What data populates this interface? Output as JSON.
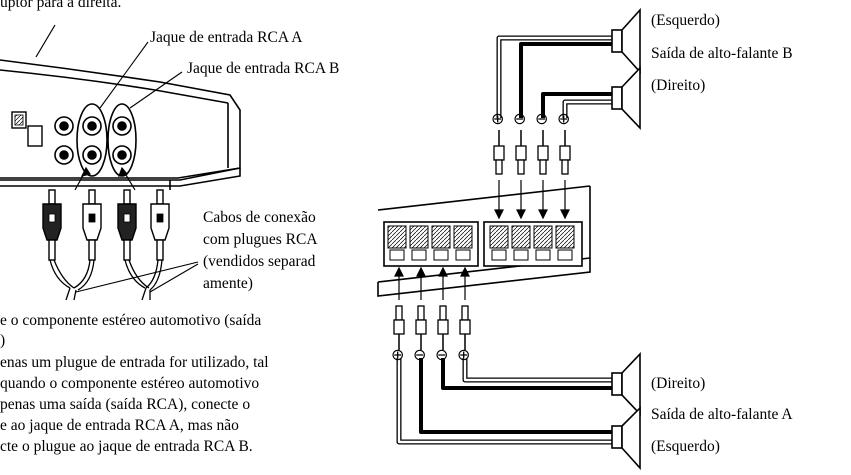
{
  "top_fragment": "uptor para a direita.",
  "jack_a": "Jaque de entrada RCA A",
  "jack_b": "Jaque de entrada RCA B",
  "cables": [
    "Cabos de conexão",
    "com plugues RCA",
    "(vendidos separad",
    "amente)"
  ],
  "note_lines": [
    "e o componente estéreo automotivo (saída",
    ")",
    "enas um plugue de entrada for utilizado, tal",
    " quando o componente estéreo automotivo",
    "penas uma saída (saída RCA), conecte o",
    "e ao jaque de entrada RCA A, mas não",
    "cte o plugue ao jaque de entrada RCA B."
  ],
  "speakers_b": {
    "left": "(Esquerdo)",
    "title": "Saída de alto-falante B",
    "right": "(Direito)"
  },
  "speakers_a": {
    "right": "(Direito)",
    "title": "Saída de alto-falante A",
    "left": "(Esquerdo)"
  },
  "polarity_b": [
    "⊕",
    "⊖",
    "⊖",
    "⊕"
  ],
  "polarity_a": [
    "⊕",
    "⊖",
    "⊖",
    "⊕"
  ]
}
